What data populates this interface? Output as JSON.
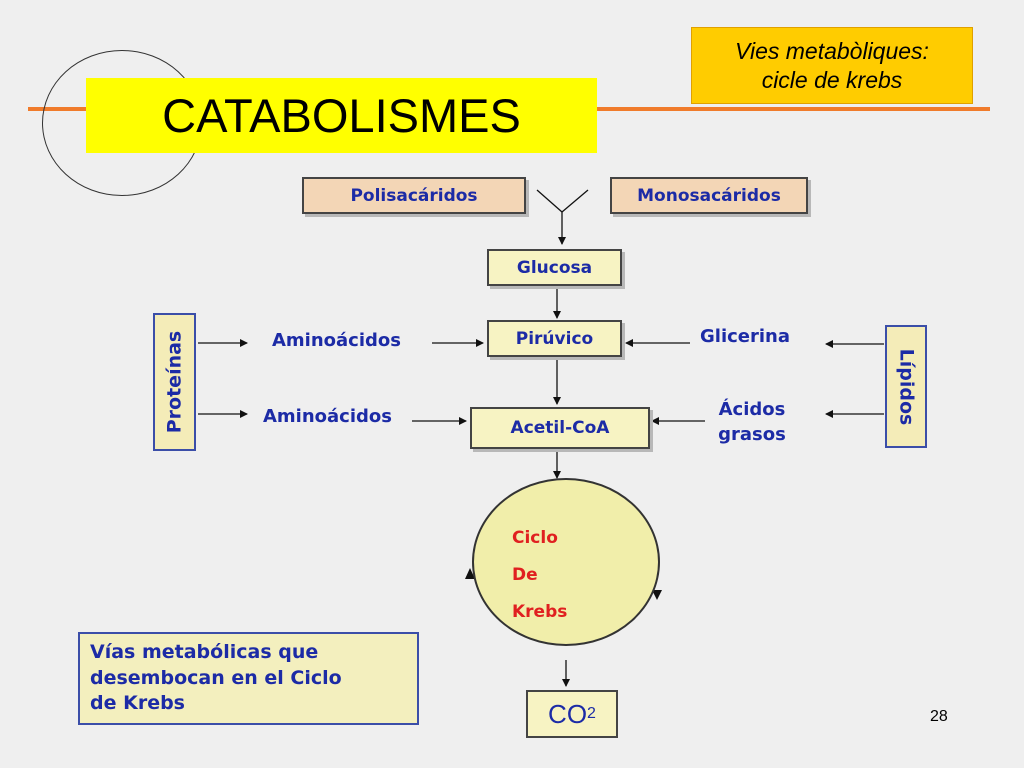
{
  "slide": {
    "title": "CATABOLISMES",
    "subtitle_line1": "Vies metabòliques:",
    "subtitle_line2": "cicle de krebs",
    "page_number": "28"
  },
  "diagram": {
    "polisacaridos": "Polisacáridos",
    "monosacaridos": "Monosacáridos",
    "glucosa": "Glucosa",
    "piruvico": "Pirúvico",
    "acetil_coa": "Acetil-CoA",
    "aminoacidos_1": "Aminoácidos",
    "aminoacidos_2": "Aminoácidos",
    "glicerina": "Glicerina",
    "acidos_line1": "Ácidos",
    "acidos_line2": "grasos",
    "proteinas": "Proteínas",
    "lipidos": "Lípidos",
    "krebs_line1": "Ciclo",
    "krebs_line2": "De",
    "krebs_line3": "Krebs",
    "co2_main": "CO",
    "co2_sub": "2",
    "summary_line1": "Vías metabólicas que",
    "summary_line2": "desembocan en el Ciclo",
    "summary_line3": "de Krebs"
  },
  "colors": {
    "accent_line": "#f07b2b",
    "title_bg": "#ffff00",
    "subtitle_bg": "#ffcc00",
    "label_blue": "#1c2ba6",
    "krebs_red": "#e02020"
  }
}
